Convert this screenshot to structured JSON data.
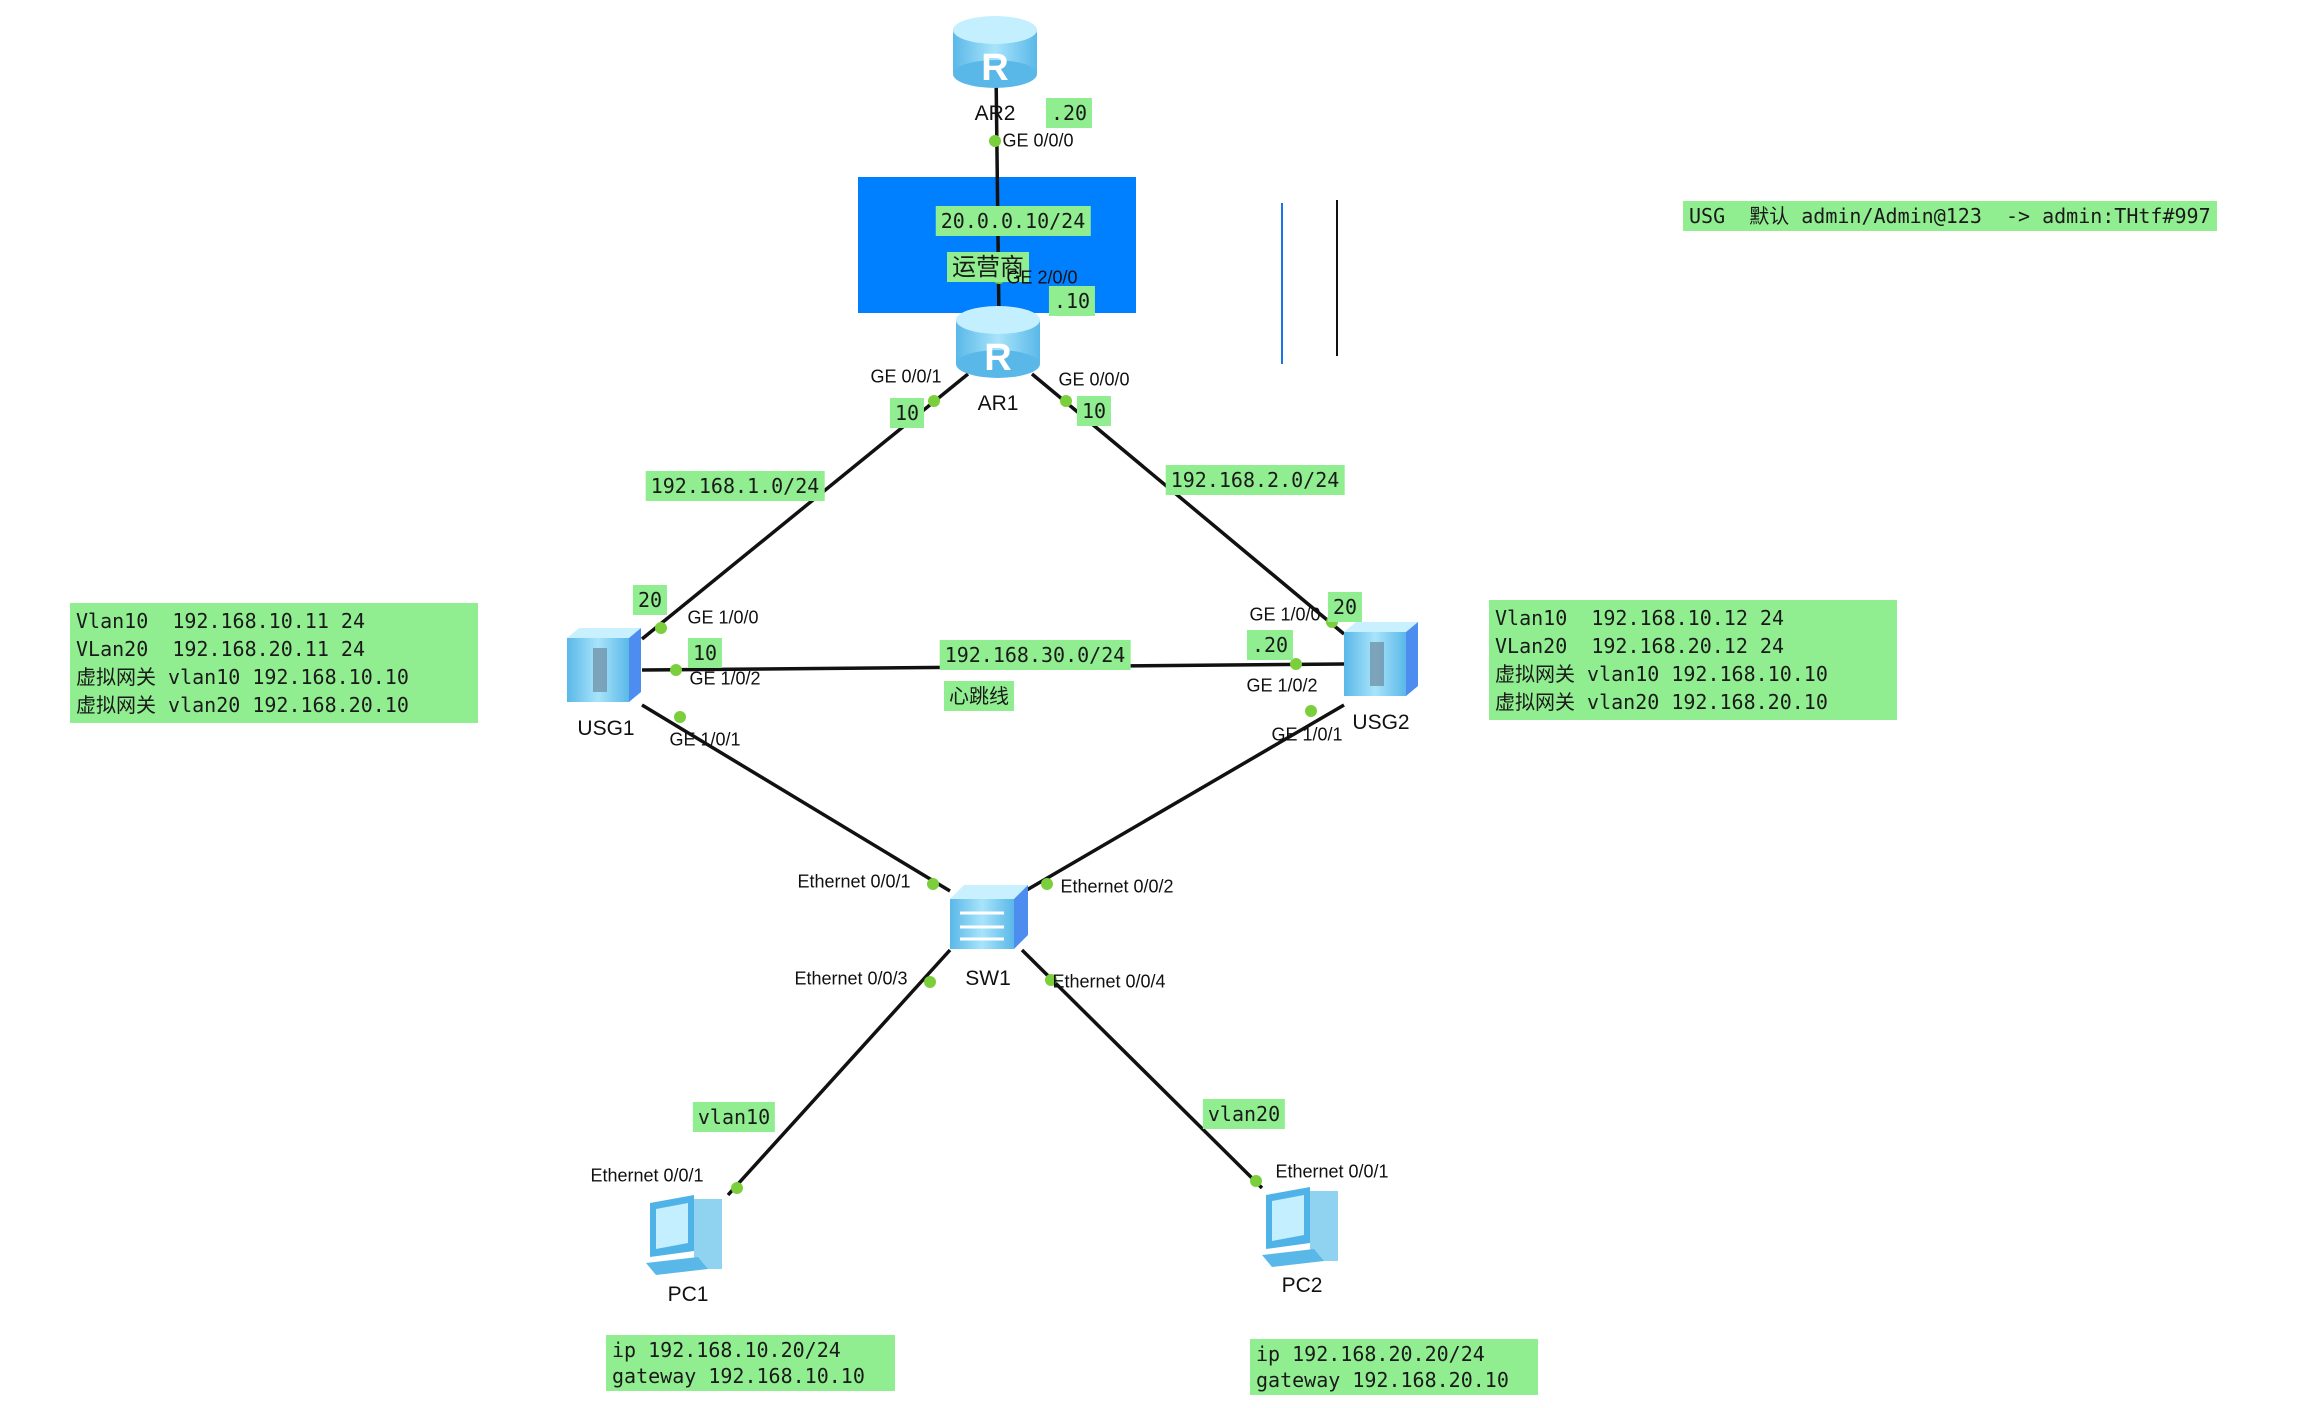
{
  "colors": {
    "label_bg": "#90ee90",
    "isp_zone": "#0080ff",
    "link": "#111111",
    "port_dot": "#7ccf3c",
    "device": "#7fd3f7"
  },
  "isp": {
    "name": "运营商",
    "subnet": "20.0.0.10/24"
  },
  "note": "USG  默认 admin/Admin@123  -> admin:THtf#997",
  "devices": {
    "ar2": {
      "name": "AR2",
      "icon": "router-icon",
      "port": "GE 0/0/0",
      "ip": ".20"
    },
    "ar1": {
      "name": "AR1",
      "icon": "router-icon",
      "port_up": "GE 2/0/0",
      "ip_up": ".10",
      "port_left": "GE 0/0/1",
      "ip_left": "10",
      "port_right": "GE 0/0/0",
      "ip_right": "10"
    },
    "usg1": {
      "name": "USG1",
      "icon": "firewall-icon",
      "port_up": "GE 1/0/0",
      "ip_up": "20",
      "port_hb": "GE 1/0/2",
      "ip_hb": "10",
      "port_down": "GE 1/0/1",
      "config": [
        "Vlan10  192.168.10.11 24",
        "VLan20  192.168.20.11 24",
        "虚拟网关 vlan10 192.168.10.10",
        "虚拟网关 vlan20 192.168.20.10"
      ]
    },
    "usg2": {
      "name": "USG2",
      "icon": "firewall-icon",
      "port_up": "GE 1/0/0",
      "ip_up": "20",
      "port_hb": "GE 1/0/2",
      "ip_hb": ".20",
      "port_down": "GE 1/0/1",
      "config": [
        "Vlan10  192.168.10.12 24",
        "VLan20  192.168.20.12 24",
        "虚拟网关 vlan10 192.168.10.10",
        "虚拟网关 vlan20 192.168.20.10"
      ]
    },
    "sw1": {
      "name": "SW1",
      "icon": "switch-icon",
      "p1": "Ethernet 0/0/1",
      "p2": "Ethernet 0/0/2",
      "p3": "Ethernet 0/0/3",
      "p4": "Ethernet 0/0/4"
    },
    "pc1": {
      "name": "PC1",
      "icon": "pc-icon",
      "port": "Ethernet 0/0/1",
      "vlan": "vlan10",
      "config": [
        "ip 192.168.10.20/24",
        "gateway 192.168.10.10"
      ]
    },
    "pc2": {
      "name": "PC2",
      "icon": "pc-icon",
      "port": "Ethernet 0/0/1",
      "vlan": "vlan20",
      "config": [
        "ip 192.168.20.20/24",
        "gateway 192.168.20.10"
      ]
    }
  },
  "subnets": {
    "ar1_usg1": "192.168.1.0/24",
    "ar1_usg2": "192.168.2.0/24",
    "heartbeat": "192.168.30.0/24",
    "heartbeat_label": "心跳线"
  }
}
